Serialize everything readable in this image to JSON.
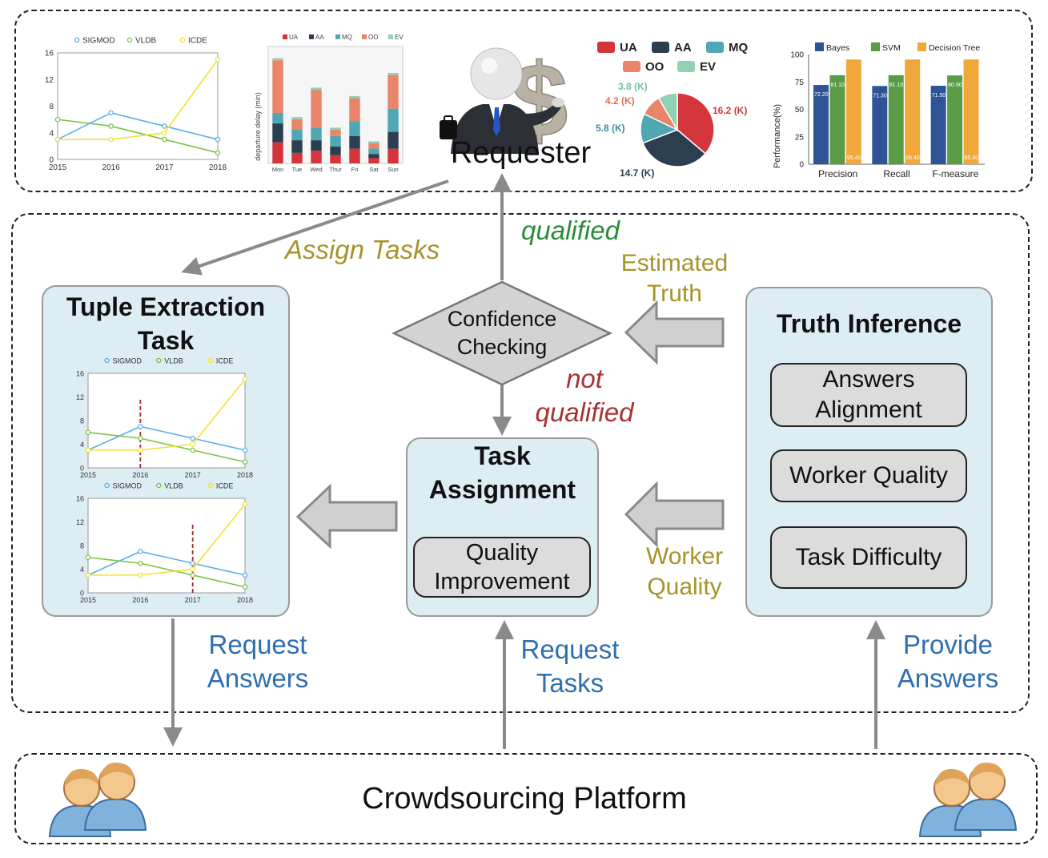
{
  "top_charts": {
    "line": {
      "legend": [
        "SIGMOD",
        "VLDB",
        "ICDE"
      ],
      "colors": [
        "#5aaee8",
        "#7dc242",
        "#f2e233"
      ],
      "x": [
        "2015",
        "2016",
        "2017",
        "2018"
      ],
      "yticks": [
        "0",
        "4",
        "8",
        "12",
        "16"
      ],
      "series": [
        {
          "name": "SIGMOD",
          "values": [
            3,
            7,
            5,
            3
          ]
        },
        {
          "name": "VLDB",
          "values": [
            6,
            5,
            3,
            1
          ]
        },
        {
          "name": "ICDE",
          "values": [
            3,
            3,
            4,
            15
          ]
        }
      ]
    },
    "stacked": {
      "legend": [
        "UA",
        "AA",
        "MQ",
        "OO",
        "EV"
      ],
      "ylabel": "departure delay (min)",
      "categories": [
        "Mon",
        "Tue",
        "Wed",
        "Thur",
        "Fri",
        "Sat",
        "Sun"
      ]
    },
    "pie": {
      "legend": [
        "UA",
        "AA",
        "MQ",
        "OO",
        "EV"
      ],
      "colors": [
        "#d4343c",
        "#2b3f50",
        "#4ea7b3",
        "#e8856a",
        "#8fd2b4"
      ],
      "slices": [
        {
          "label": "16.2 (K)",
          "value": 16.2
        },
        {
          "label": "14.7 (K)",
          "value": 14.7
        },
        {
          "label": "5.8 (K)",
          "value": 5.8
        },
        {
          "label": "4.2 (K)",
          "value": 4.2
        },
        {
          "label": "3.8 (K)",
          "value": 3.8
        }
      ]
    },
    "bar": {
      "legend": [
        "Bayes",
        "SVM",
        "Decision Tree"
      ],
      "colors": [
        "#2f5496",
        "#5a9c46",
        "#f0a83a"
      ],
      "ylabel": "Performance(%)",
      "yticks": [
        "0",
        "25",
        "50",
        "75",
        "100"
      ],
      "categories": [
        "Precision",
        "Recall",
        "F-measure"
      ],
      "values": [
        [
          72.2,
          81.1,
          95.4
        ],
        [
          71.3,
          81.1,
          95.4
        ],
        [
          71.5,
          80.9,
          95.4
        ]
      ]
    }
  },
  "requester": {
    "label": "Requester"
  },
  "flow": {
    "assign_tasks": "Assign Tasks",
    "qualified": "qualified",
    "not_qualified_1": "not",
    "not_qualified_2": "qualified",
    "estimated_truth_1": "Estimated",
    "estimated_truth_2": "Truth",
    "worker_quality_1": "Worker",
    "worker_quality_2": "Quality",
    "request_answers_1": "Request",
    "request_answers_2": "Answers",
    "request_tasks_1": "Request",
    "request_tasks_2": "Tasks",
    "provide_answers_1": "Provide",
    "provide_answers_2": "Answers"
  },
  "confidence": {
    "line1": "Confidence",
    "line2": "Checking"
  },
  "tuple_panel": {
    "title_1": "Tuple Extraction",
    "title_2": "Task",
    "markers_x": [
      "2016",
      "2017"
    ]
  },
  "task_assignment": {
    "title_1": "Task",
    "title_2": "Assignment",
    "sub_1": "Quality",
    "sub_2": "Improvement"
  },
  "truth_inference": {
    "title": "Truth Inference",
    "items": [
      "Answers Alignment",
      "Worker Quality",
      "Task Difficulty"
    ],
    "item1_line1": "Answers",
    "item1_line2": "Alignment"
  },
  "platform": {
    "label": "Crowdsourcing Platform"
  }
}
